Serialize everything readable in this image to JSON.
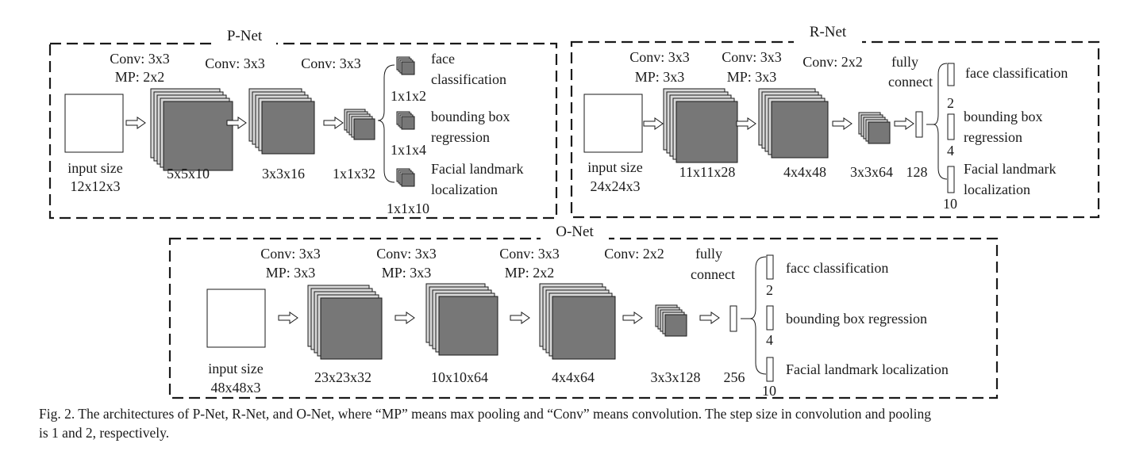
{
  "pnet": {
    "title": "P-Net",
    "input_label": "input size",
    "input_size": "12x12x3",
    "layer1": {
      "op1": "Conv: 3x3",
      "op2": "MP: 2x2",
      "size": "5x5x10"
    },
    "layer2": {
      "op1": "Conv: 3x3",
      "size": "3x3x16"
    },
    "layer3": {
      "op1": "Conv: 3x3",
      "size": "1x1x32"
    },
    "out1": {
      "label_a": "face",
      "label_b": "classification",
      "size": "1x1x2"
    },
    "out2": {
      "label_a": "bounding box",
      "label_b": "regression",
      "size": "1x1x4"
    },
    "out3": {
      "label_a": "Facial landmark",
      "label_b": "localization",
      "size": "1x1x10"
    }
  },
  "rnet": {
    "title": "R-Net",
    "input_label": "input size",
    "input_size": "24x24x3",
    "layer1": {
      "op1": "Conv: 3x3",
      "op2": "MP: 3x3",
      "size": "11x11x28"
    },
    "layer2": {
      "op1": "Conv: 3x3",
      "op2": "MP: 3x3",
      "size": "4x4x48"
    },
    "layer3": {
      "op1": "Conv: 2x2",
      "size": "3x3x64"
    },
    "fc": {
      "label_a": "fully",
      "label_b": "connect",
      "size": "128"
    },
    "out1": {
      "label": "face classification",
      "size": "2"
    },
    "out2": {
      "label_a": "bounding box",
      "label_b": "regression",
      "size": "4"
    },
    "out3": {
      "label_a": "Facial landmark",
      "label_b": "localization",
      "size": "10"
    }
  },
  "onet": {
    "title": "O-Net",
    "input_label": "input size",
    "input_size": "48x48x3",
    "layer1": {
      "op1": "Conv: 3x3",
      "op2": "MP: 3x3",
      "size": "23x23x32"
    },
    "layer2": {
      "op1": "Conv: 3x3",
      "op2": "MP: 3x3",
      "size": "10x10x64"
    },
    "layer3": {
      "op1": "Conv: 3x3",
      "op2": "MP: 2x2",
      "size": "4x4x64"
    },
    "layer4": {
      "op1": "Conv: 2x2",
      "size": "3x3x128"
    },
    "fc": {
      "label_a": "fully",
      "label_b": "connect",
      "size": "256"
    },
    "out1": {
      "label": "facc classification",
      "size": "2"
    },
    "out2": {
      "label": "bounding box regression",
      "size": "4"
    },
    "out3": {
      "label": "Facial landmark localization",
      "size": "10"
    }
  },
  "caption": {
    "line1": "Fig. 2.  The architectures of P-Net, R-Net, and O-Net, where “MP” means max pooling and “Conv” means convolution. The step size in convolution and pooling",
    "line2": "is 1 and 2, respectively."
  },
  "colors": {
    "feature_map": "#777777",
    "stack_light": "#d8d8d8",
    "line": "#1a1a1a"
  }
}
